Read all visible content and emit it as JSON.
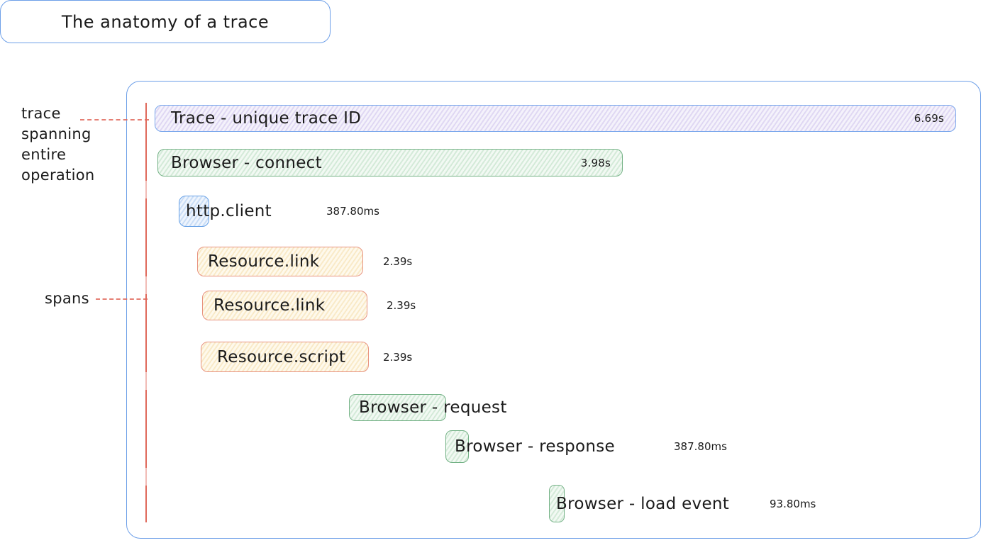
{
  "title": "The anatomy of a trace",
  "annotations": {
    "trace": [
      "trace",
      "spanning",
      "entire",
      "operation"
    ],
    "spans": "spans"
  },
  "trace_bar": {
    "label": "Trace - unique trace ID",
    "duration": "6.69s"
  },
  "spans": [
    {
      "name": "browser-connect",
      "label": "Browser - connect",
      "duration": "3.98s",
      "color": "green"
    },
    {
      "name": "http-client",
      "label": "http.client",
      "duration": "387.80ms",
      "color": "blue"
    },
    {
      "name": "resource-link-1",
      "label": "Resource.link",
      "duration": "2.39s",
      "color": "yellow"
    },
    {
      "name": "resource-link-2",
      "label": "Resource.link",
      "duration": "2.39s",
      "color": "yellow"
    },
    {
      "name": "resource-script",
      "label": "Resource.script",
      "duration": "2.39s",
      "color": "yellow"
    },
    {
      "name": "browser-request",
      "label": "Browser - request",
      "color": "green"
    },
    {
      "name": "browser-response",
      "label": "Browser - response",
      "duration": "387.80ms",
      "color": "green"
    },
    {
      "name": "browser-load-event",
      "label": "Browser - load event",
      "duration": "93.80ms",
      "color": "green"
    }
  ],
  "colors": {
    "container_border": "#6d9fe8",
    "trace_fill": "#eae4f7",
    "trace_border": "#7aa7ec",
    "green_fill": "#e4f3e7",
    "green_border": "#74b286",
    "blue_fill": "#dceafb",
    "blue_border": "#66a0e6",
    "yellow_fill": "#fdf3da",
    "yellow_border": "#e8937f",
    "annotation_line": "#e0695c",
    "text": "#1b1b1b"
  }
}
